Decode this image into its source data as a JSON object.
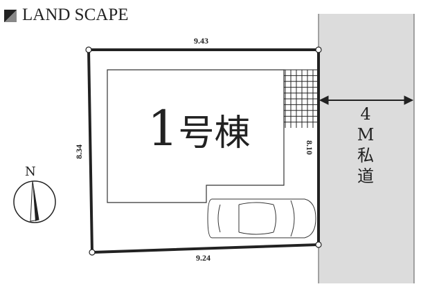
{
  "header": {
    "title": "LAND SCAPE"
  },
  "lot": {
    "top_width": "9.43",
    "bottom_width": "9.24",
    "left_depth": "8.34",
    "right_depth": "8.10"
  },
  "building": {
    "number": "1",
    "label": "号棟"
  },
  "road": {
    "width": "4",
    "unit": "M",
    "label_1": "私",
    "label_2": "道"
  },
  "compass": {
    "label": "N"
  },
  "colors": {
    "road": "#dcdcdc",
    "line": "#222222"
  }
}
